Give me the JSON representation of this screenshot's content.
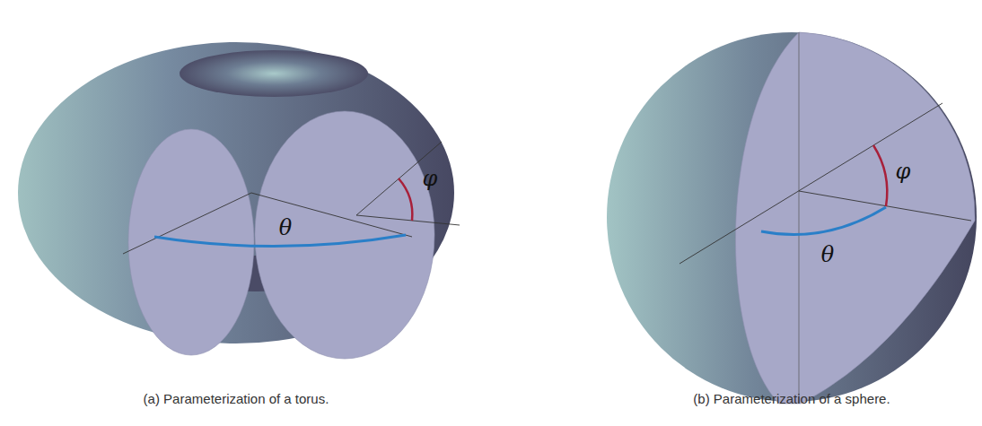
{
  "diagram": {
    "labels": [
      "φ",
      "θ",
      "φ",
      "θ",
      "(a) Parameterization of a torus.",
      "(b) Parameterization of a sphere."
    ]
  }
}
